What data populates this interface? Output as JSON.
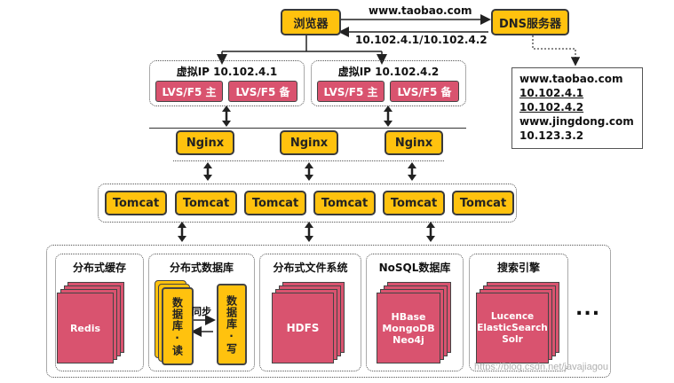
{
  "browser": {
    "label": "浏览器"
  },
  "dns_server": {
    "label": "DNS服务器"
  },
  "dns_query": {
    "label": "www.taobao.com"
  },
  "dns_reply": {
    "label": "10.102.4.1/10.102.4.2"
  },
  "dns_records": [
    "www.taobao.com",
    "10.102.4.1",
    "10.102.4.2",
    "www.jingdong.com",
    "10.123.3.2"
  ],
  "vip_groups": [
    {
      "title": "虚拟IP 10.102.4.1",
      "primary": "LVS/F5 主",
      "backup": "LVS/F5 备"
    },
    {
      "title": "虚拟IP 10.102.4.2",
      "primary": "LVS/F5 主",
      "backup": "LVS/F5 备"
    }
  ],
  "nginx": [
    "Nginx",
    "Nginx",
    "Nginx"
  ],
  "tomcat": [
    "Tomcat",
    "Tomcat",
    "Tomcat",
    "Tomcat",
    "Tomcat",
    "Tomcat"
  ],
  "storage": {
    "cache": {
      "title": "分布式缓存",
      "item": "Redis"
    },
    "database": {
      "title": "分布式数据库",
      "read": "数据库·读",
      "write": "数据库·写",
      "sync": "同步"
    },
    "filesystem": {
      "title": "分布式文件系统",
      "item": "HDFS"
    },
    "nosql": {
      "title": "NoSQL数据库",
      "items": [
        "HBase",
        "MongoDB",
        "Neo4j"
      ]
    },
    "search": {
      "title": "搜索引擎",
      "items": [
        "Lucence",
        "ElasticSearch",
        "Solr"
      ]
    },
    "more": "..."
  },
  "watermark": "https://blog.csdn.net/javajiagou"
}
